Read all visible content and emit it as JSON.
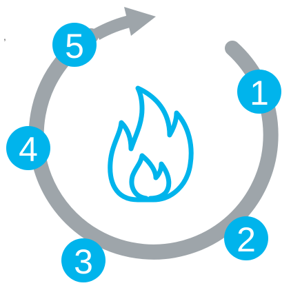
{
  "colors": {
    "ring": "#9ea5aa",
    "accent": "#00b4ec",
    "number_text": "#ffffff",
    "background": "#ffffff"
  },
  "center_icon": "fire-icon",
  "cycle_arrow_icon": "arrow-right-icon",
  "steps": [
    {
      "label": "1"
    },
    {
      "label": "2"
    },
    {
      "label": "3"
    },
    {
      "label": "4"
    },
    {
      "label": "5"
    }
  ],
  "stray_mark": ","
}
